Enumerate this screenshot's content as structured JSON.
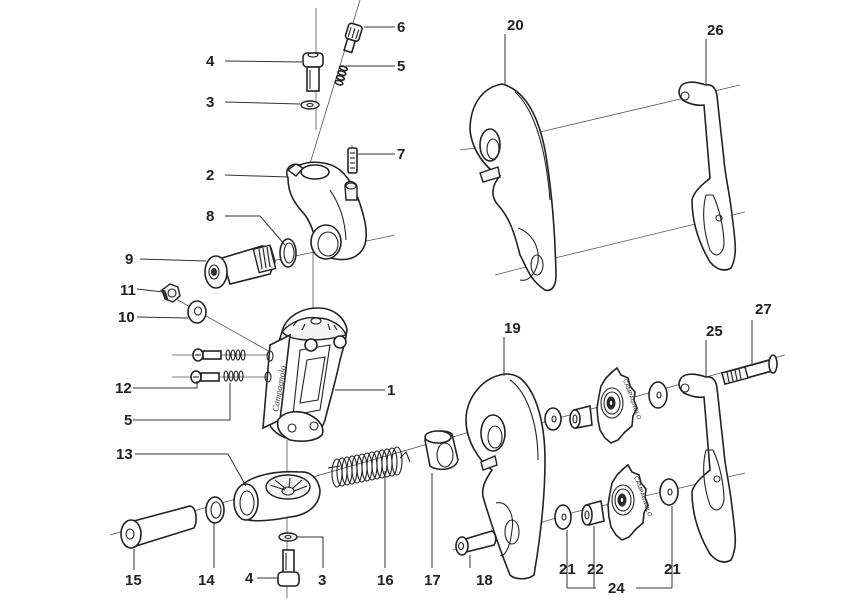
{
  "title": "Rear derailleur exploded parts diagram",
  "brand_marks": {
    "body_script": "Campagnolo",
    "pulley_rim": "CAMPAGNOLO"
  },
  "parts": [
    {
      "number": "1",
      "name": "Derailleur body (parallelogram)"
    },
    {
      "number": "2",
      "name": "Upper mounting knuckle"
    },
    {
      "number": "3",
      "name": "Washer"
    },
    {
      "number": "4",
      "name": "Fixing bolt"
    },
    {
      "number": "5",
      "name": "Spring"
    },
    {
      "number": "6",
      "name": "Adjuster screw"
    },
    {
      "number": "7",
      "name": "Stop pin"
    },
    {
      "number": "8",
      "name": "Ring"
    },
    {
      "number": "9",
      "name": "Mounting bolt"
    },
    {
      "number": "10",
      "name": "Washer"
    },
    {
      "number": "11",
      "name": "Nut"
    },
    {
      "number": "12",
      "name": "Limit screw"
    },
    {
      "number": "13",
      "name": "Lower knuckle"
    },
    {
      "number": "14",
      "name": "Bushing"
    },
    {
      "number": "15",
      "name": "Pivot bolt"
    },
    {
      "number": "16",
      "name": "Tension spring"
    },
    {
      "number": "17",
      "name": "Spring cap"
    },
    {
      "number": "18",
      "name": "Cage pivot bolt"
    },
    {
      "number": "19",
      "name": "Inner cage plate"
    },
    {
      "number": "20",
      "name": "Inner cage plate (alt)"
    },
    {
      "number": "21",
      "name": "Pulley washer"
    },
    {
      "number": "22",
      "name": "Pulley bushing"
    },
    {
      "number": "24",
      "name": "Pulley assembly"
    },
    {
      "number": "25",
      "name": "Outer cage plate"
    },
    {
      "number": "26",
      "name": "Outer cage plate (alt)"
    },
    {
      "number": "27",
      "name": "Cage bolt"
    }
  ],
  "labels": {
    "l1": "1",
    "l2": "2",
    "l3a": "3",
    "l3b": "3",
    "l4a": "4",
    "l4b": "4",
    "l5a": "5",
    "l5b": "5",
    "l6": "6",
    "l7": "7",
    "l8": "8",
    "l9": "9",
    "l10": "10",
    "l11": "11",
    "l12": "12",
    "l13": "13",
    "l14": "14",
    "l15": "15",
    "l16": "16",
    "l17": "17",
    "l18": "18",
    "l19": "19",
    "l20": "20",
    "l21a": "21",
    "l21b": "21",
    "l22": "22",
    "l24": "24",
    "l25": "25",
    "l26": "26",
    "l27": "27"
  }
}
